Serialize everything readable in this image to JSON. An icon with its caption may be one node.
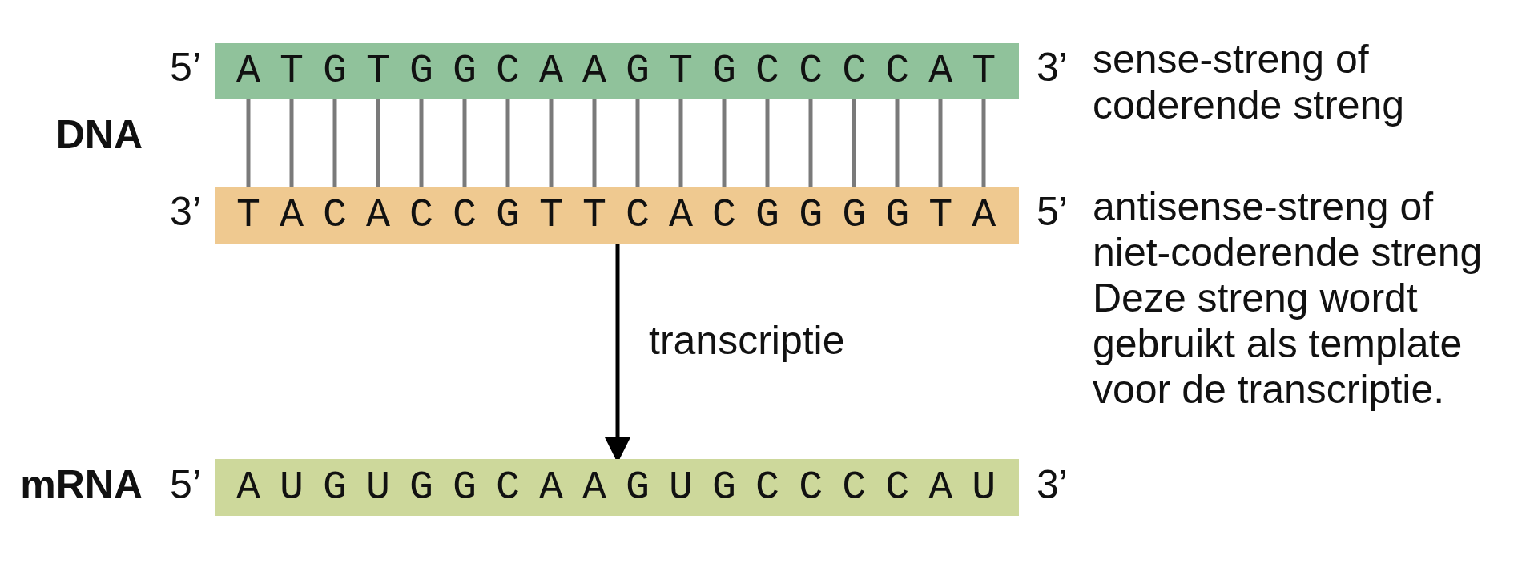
{
  "diagram": {
    "nodes": [
      {
        "text": [
          "A T G T G G C A A G T G C C C C A T"
        ],
        "beside": [
          "5’",
          "3’",
          "sense-streng of coderende streng"
        ]
      },
      {
        "text": [
          "T A C A C C G T T C A C G G G G T A"
        ],
        "beside": [
          "3’",
          "5’",
          "antisense-streng of niet-coderende streng",
          "Deze streng wordt gebruikt als template voor de transcriptie."
        ]
      },
      {
        "text": [
          "A U G U G G C A A G U G C C C C A U"
        ],
        "beside": [
          "mRNA",
          "5’",
          "3’"
        ]
      }
    ],
    "edges": [
      {
        "from": 0,
        "to": 1,
        "arrow": "none"
      },
      {
        "from": 0,
        "to": 1,
        "arrow": "none"
      },
      {
        "from": 0,
        "to": 1,
        "arrow": "none"
      },
      {
        "from": 0,
        "to": 1,
        "arrow": "none"
      },
      {
        "from": 0,
        "to": 1,
        "arrow": "none"
      },
      {
        "from": 0,
        "to": 1,
        "arrow": "none"
      },
      {
        "from": 0,
        "to": 1,
        "arrow": "none"
      },
      {
        "from": 0,
        "to": 1,
        "arrow": "none"
      },
      {
        "from": 0,
        "to": 1,
        "arrow": "none"
      },
      {
        "from": 0,
        "to": 1,
        "arrow": "none"
      },
      {
        "from": 0,
        "to": 1,
        "arrow": "none"
      },
      {
        "from": 0,
        "to": 1,
        "arrow": "none"
      },
      {
        "from": 0,
        "to": 1,
        "arrow": "none"
      },
      {
        "from": 0,
        "to": 1,
        "arrow": "none"
      },
      {
        "from": 0,
        "to": 1,
        "arrow": "none"
      },
      {
        "from": 0,
        "to": 1,
        "arrow": "none"
      },
      {
        "from": 0,
        "to": 1,
        "arrow": "none"
      },
      {
        "from": 0,
        "to": 1,
        "arrow": "none"
      },
      {
        "from": 1,
        "to": 2,
        "arrow": "to",
        "label": "transcriptie",
        "color": "#000000"
      }
    ],
    "labels": [
      "DNA"
    ]
  }
}
